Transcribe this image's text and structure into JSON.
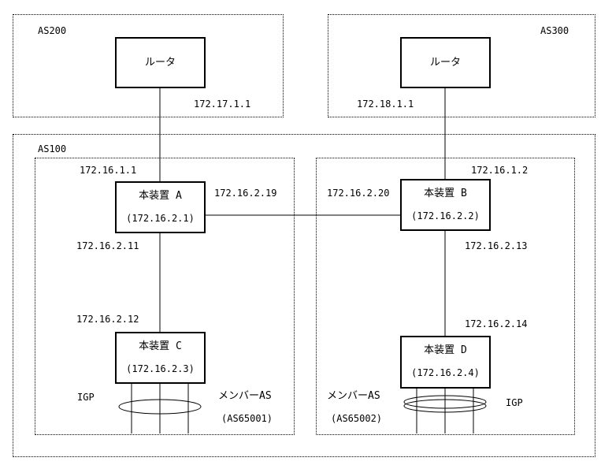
{
  "regions": {
    "as200": "AS200",
    "as300": "AS300",
    "as100": "AS100"
  },
  "routers": {
    "left": "ルータ",
    "right": "ルータ"
  },
  "devices": {
    "a": {
      "name": "本装置 A",
      "ip": "(172.16.2.1)"
    },
    "b": {
      "name": "本装置 B",
      "ip": "(172.16.2.2)"
    },
    "c": {
      "name": "本装置 C",
      "ip": "(172.16.2.3)"
    },
    "d": {
      "name": "本装置 D",
      "ip": "(172.16.2.4)"
    }
  },
  "addresses": {
    "as200_router": "172.17.1.1",
    "as300_router": "172.18.1.1",
    "a_uplink": "172.16.1.1",
    "b_uplink": "172.16.1.2",
    "a_to_b": "172.16.2.19",
    "b_to_a": "172.16.2.20",
    "a_down": "172.16.2.11",
    "c_up": "172.16.2.12",
    "b_down": "172.16.2.13",
    "d_up": "172.16.2.14"
  },
  "member_as": {
    "left_label": "メンバーAS",
    "left_number": "(AS65001)",
    "right_label": "メンバーAS",
    "right_number": "(AS65002)"
  },
  "igp": {
    "left": "IGP",
    "right": "IGP"
  }
}
